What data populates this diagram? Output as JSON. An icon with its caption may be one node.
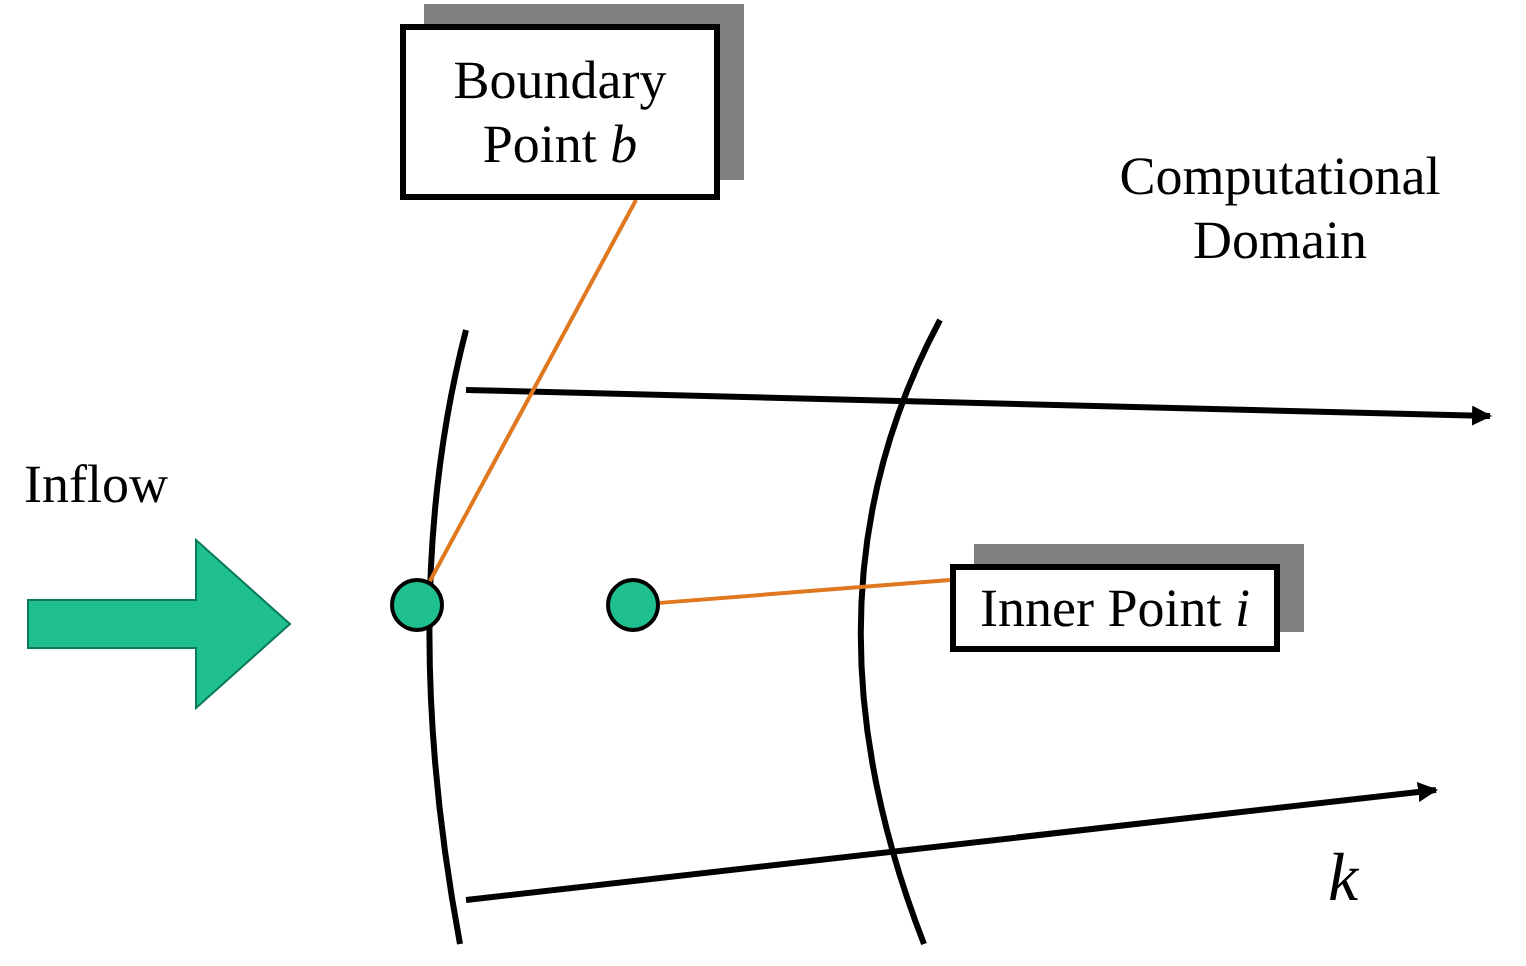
{
  "diagram": {
    "nodes": [
      {
        "text": [
          "Boundary Point *b*"
        ]
      },
      {
        "text": [
          "Inner Point *i*"
        ]
      },
      {
        "text": [],
        "shape": "circle"
      },
      {
        "text": [],
        "shape": "circle"
      }
    ],
    "edges": [
      {
        "from": 0,
        "to": 2,
        "arrow": "none"
      },
      {
        "from": 1,
        "to": 3,
        "arrow": "none"
      }
    ],
    "labels": [
      "Computational Domain",
      "Inflow",
      "k"
    ]
  }
}
